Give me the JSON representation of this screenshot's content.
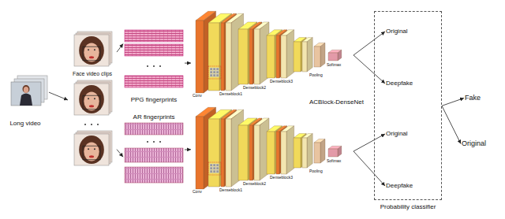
{
  "diagram": {
    "nodes": [
      {
        "text": [
          "Long video"
        ]
      },
      {
        "text": [
          "Face video clips"
        ]
      },
      {
        "text": [
          "PPG fingerprints"
        ]
      },
      {
        "text": [
          "AR fingerprints"
        ]
      },
      {
        "text": [
          "Conv",
          "Denseblock1",
          "Denseblock2",
          "Denseblock3",
          "Pooling",
          "Softmax"
        ]
      },
      {
        "text": [
          "Conv",
          "Denseblock1",
          "Denseblock2",
          "Denseblock3",
          "Pooling",
          "Softmax"
        ]
      },
      {
        "text": [
          "Probability classifier"
        ]
      },
      {
        "text": [
          "Original"
        ],
        "in": 6
      },
      {
        "text": [
          "Deepfake"
        ],
        "in": 6
      },
      {
        "text": [
          "Original"
        ],
        "in": 6
      },
      {
        "text": [
          "Deepfake"
        ],
        "in": 6
      },
      {
        "text": [
          "Fake"
        ]
      },
      {
        "text": [
          "Original"
        ]
      }
    ],
    "edges": [
      {
        "from": 0,
        "to": 1,
        "arrow": "to"
      },
      {
        "from": 1,
        "to": 2,
        "arrow": "to"
      },
      {
        "from": 1,
        "to": 3,
        "arrow": "to"
      },
      {
        "from": 2,
        "to": 4,
        "arrow": "to"
      },
      {
        "from": 3,
        "to": 5,
        "arrow": "to"
      },
      {
        "from": 4,
        "to": 7,
        "arrow": "to"
      },
      {
        "from": 4,
        "to": 8,
        "arrow": "to"
      },
      {
        "from": 5,
        "to": 9,
        "arrow": "to"
      },
      {
        "from": 5,
        "to": 10,
        "arrow": "to"
      },
      {
        "from": 6,
        "to": 11,
        "arrow": "to"
      },
      {
        "from": 6,
        "to": 12,
        "arrow": "to"
      }
    ],
    "labels": [
      "ACBlock-DenseNet"
    ]
  }
}
